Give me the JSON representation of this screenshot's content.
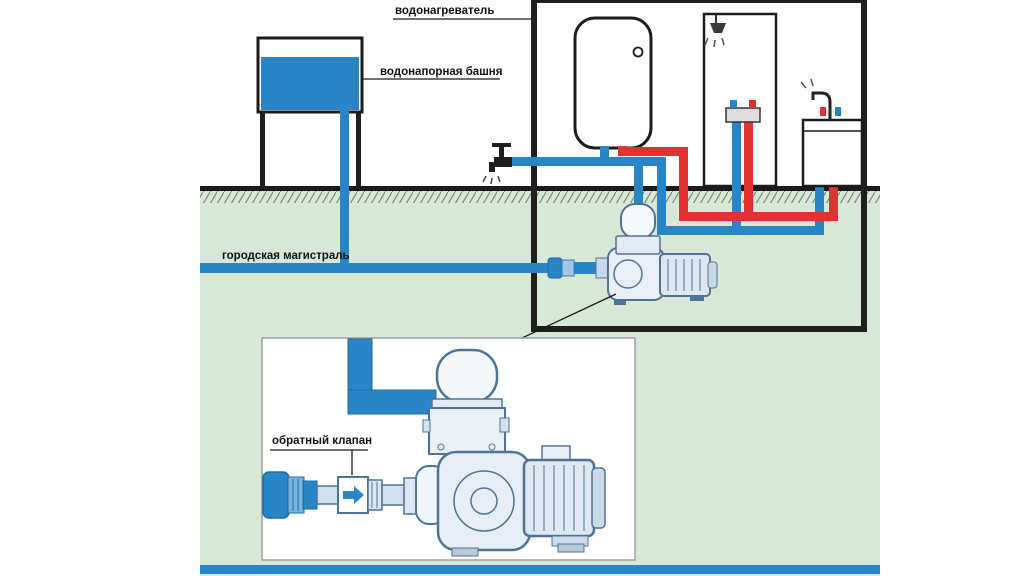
{
  "labels": {
    "water_heater": "водонагреватель",
    "water_tower": "водонапорная башня",
    "city_main": "городская магистраль",
    "check_valve": "обратный клапан"
  },
  "colors": {
    "cold_water": "#2a85c7",
    "hot_water": "#e03232",
    "ground_green": "#d8e8d6",
    "ground_line": "#1a1a1a",
    "lineart": "#4f7396"
  }
}
